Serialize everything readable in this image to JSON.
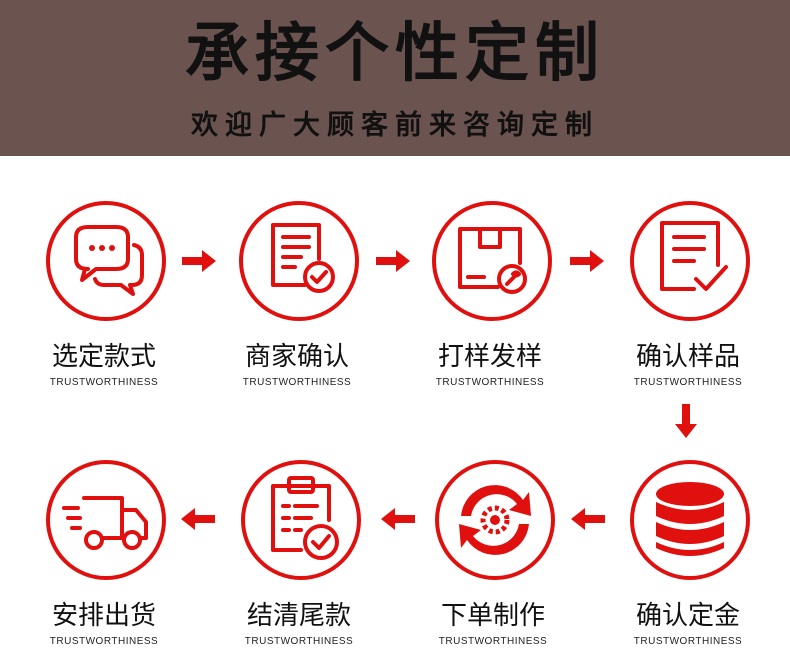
{
  "header": {
    "title": "承接个性定制",
    "subtitle": "欢迎广大顾客前来咨询定制"
  },
  "steps": [
    {
      "label": "选定款式",
      "sub": "TRUSTWORTHINESS",
      "icon": "chat-bubbles-icon"
    },
    {
      "label": "商家确认",
      "sub": "TRUSTWORTHINESS",
      "icon": "document-check-icon"
    },
    {
      "label": "打样发样",
      "sub": "TRUSTWORTHINESS",
      "icon": "package-wrench-icon"
    },
    {
      "label": "确认样品",
      "sub": "TRUSTWORTHINESS",
      "icon": "document-checkmark-icon"
    },
    {
      "label": "确认定金",
      "sub": "TRUSTWORTHINESS",
      "icon": "database-icon"
    },
    {
      "label": "下单制作",
      "sub": "TRUSTWORTHINESS",
      "icon": "gear-cycle-icon"
    },
    {
      "label": "结清尾款",
      "sub": "TRUSTWORTHINESS",
      "icon": "clipboard-check-icon"
    },
    {
      "label": "安排出货",
      "sub": "TRUSTWORTHINESS",
      "icon": "delivery-truck-icon"
    }
  ],
  "colors": {
    "accent": "#e0100f",
    "header_bg": "#6b544f",
    "text": "#111111"
  }
}
